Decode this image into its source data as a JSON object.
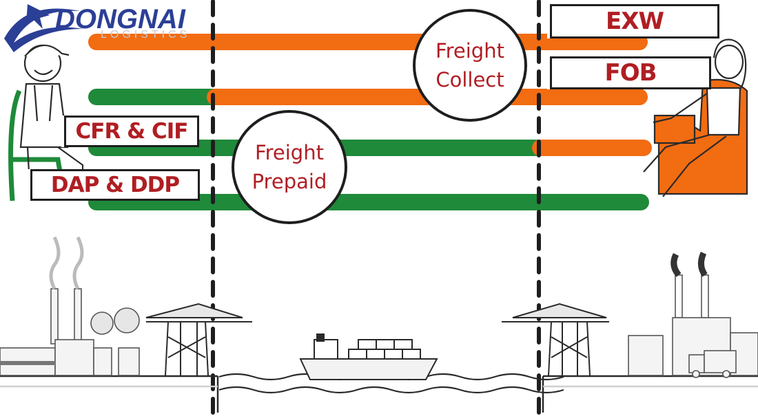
{
  "logo": {
    "brand": "DONGNAI",
    "tagline": "LOGISTICS"
  },
  "terms": {
    "exw": "EXW",
    "fob": "FOB",
    "cfr_cif": "CFR & CIF",
    "dap_ddp": "DAP & DDP"
  },
  "bubbles": {
    "collect": {
      "line1": "Freight",
      "line2": "Collect"
    },
    "prepaid": {
      "line1": "Freight",
      "line2": "Prepaid"
    }
  },
  "colors": {
    "orange": "#f26c12",
    "green": "#1f8a3a",
    "label_red": "#b01e23",
    "logo_blue": "#2b3f96",
    "ink": "#1e1e1e"
  },
  "icons": {
    "seller": "seller-figure-icon",
    "buyer": "buyer-figure-icon",
    "ship": "container-ship-icon",
    "port_crane": "port-crane-icon",
    "factory": "factory-icon"
  }
}
